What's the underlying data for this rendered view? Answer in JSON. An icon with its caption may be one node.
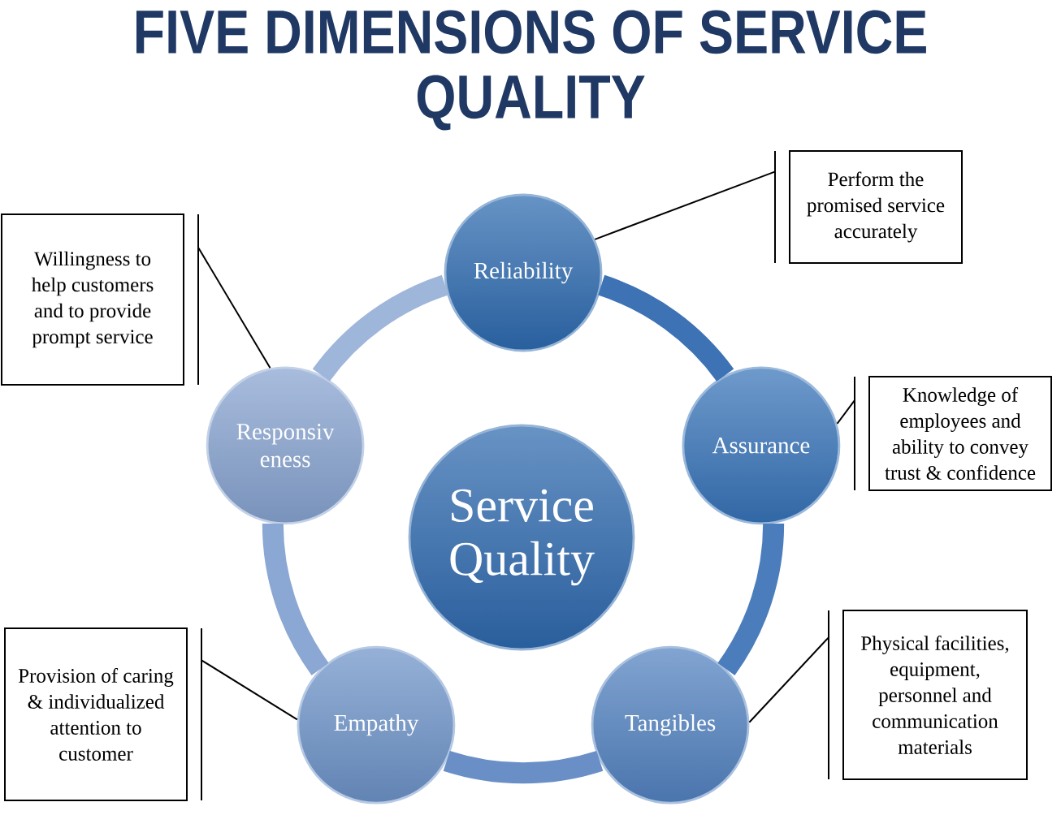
{
  "diagram": {
    "title": "FIVE DIMENSIONS OF SERVICE QUALITY",
    "nodes": [
      {
        "text": [
          "Service Quality"
        ]
      },
      {
        "text": [
          "Reliability"
        ]
      },
      {
        "text": [
          "Assurance"
        ]
      },
      {
        "text": [
          "Tangibles"
        ]
      },
      {
        "text": [
          "Empathy"
        ]
      },
      {
        "text": [
          "Responsiv eness"
        ]
      },
      {
        "text": [
          "Perform the promised service accurately"
        ]
      },
      {
        "text": [
          "Knowledge of employees and ability to convey trust & confidence"
        ]
      },
      {
        "text": [
          "Physical facilities, equipment, personnel and communication materials"
        ]
      },
      {
        "text": [
          "Provision of caring & individualized attention to customer"
        ]
      },
      {
        "text": [
          "Willingness to help customers and to provide prompt service"
        ]
      }
    ],
    "edges": [
      {
        "from": 1,
        "to": 2,
        "arrow": "none",
        "style": "thick",
        "color": "#3d72b5"
      },
      {
        "from": 2,
        "to": 3,
        "arrow": "none",
        "style": "thick",
        "color": "#4b7dbd"
      },
      {
        "from": 3,
        "to": 4,
        "arrow": "none",
        "style": "thick",
        "color": "#6a8fc6"
      },
      {
        "from": 4,
        "to": 5,
        "arrow": "none",
        "style": "thick",
        "color": "#8ba7d3"
      },
      {
        "from": 5,
        "to": 1,
        "arrow": "none",
        "style": "thick",
        "color": "#9fb6db"
      },
      {
        "from": 6,
        "to": 1,
        "arrow": "none"
      },
      {
        "from": 7,
        "to": 2,
        "arrow": "none"
      },
      {
        "from": 8,
        "to": 3,
        "arrow": "none"
      },
      {
        "from": 9,
        "to": 4,
        "arrow": "none"
      },
      {
        "from": 10,
        "to": 5,
        "arrow": "none"
      }
    ]
  }
}
